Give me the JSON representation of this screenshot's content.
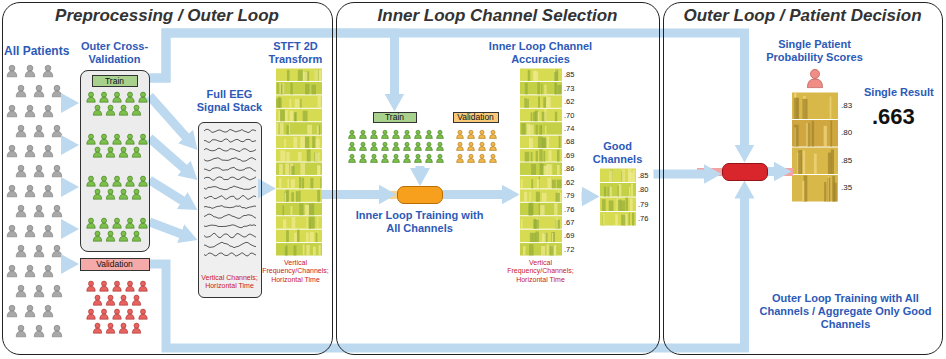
{
  "diagram": {
    "nodes": [
      {
        "text": [
          "Preprocessing / Outer Loop"
        ]
      },
      {
        "text": [
          "Inner Loop Channel Selection"
        ]
      },
      {
        "text": [
          "Outer Loop / Patient Decision"
        ]
      },
      {
        "text": [
          "Outer Cross-Validation"
        ],
        "in": 0
      },
      {
        "text": [
          "Train"
        ],
        "in": 3
      },
      {
        "text": [
          "Validation"
        ],
        "in": 0
      },
      {
        "text": [
          "Full EEG Signal Stack",
          "Vertical Channels; Horizontal Time"
        ],
        "in": 0
      },
      {
        "text": [
          "STFT 2D Transform",
          "Vertical Frequency/Channels; Horizontal Time"
        ],
        "in": 0
      },
      {
        "text": [
          "Train"
        ],
        "in": 1
      },
      {
        "text": [
          "Validation"
        ],
        "in": 1
      },
      {
        "text": [
          "Inner Loop Training with All Channels"
        ],
        "in": 1
      },
      {
        "text": [
          "Inner Loop Channel Accuracies",
          "Vertical Frequency/Channels; Horizontal Time"
        ],
        "in": 1
      },
      {
        "text": [
          "Good Channels"
        ],
        "in": 1
      },
      {
        "text": [
          "Outer Loop Training with All Channels / Aggregate Only Good Channels"
        ],
        "in": 2
      },
      {
        "text": [
          "Single Patient Probability Scores"
        ],
        "in": 2
      }
    ],
    "edges": [
      {
        "from": 3,
        "to": 6,
        "arrow": "to"
      },
      {
        "from": 6,
        "to": 7,
        "arrow": "to"
      },
      {
        "from": 7,
        "to": 10,
        "arrow": "to"
      },
      {
        "from": 10,
        "to": 11,
        "arrow": "to"
      },
      {
        "from": 11,
        "to": 12,
        "arrow": "to"
      },
      {
        "from": 12,
        "to": 13,
        "arrow": "to"
      },
      {
        "from": 13,
        "to": 14,
        "arrow": "to"
      },
      {
        "from": 3,
        "to": 8,
        "arrow": "to"
      },
      {
        "from": 3,
        "to": 13,
        "arrow": "to"
      },
      {
        "from": 5,
        "to": 13,
        "arrow": "to"
      }
    ],
    "labels": [
      "All Patients",
      ".85",
      ".73",
      ".62",
      ".70",
      ".74",
      ".68",
      ".69",
      ".86",
      ".62",
      ".79",
      ".76",
      ".67",
      ".69",
      ".72",
      ".85",
      ".80",
      ".79",
      ".76",
      ".83",
      ".80",
      ".85",
      ".35",
      "Single Result",
      ".663"
    ]
  }
}
